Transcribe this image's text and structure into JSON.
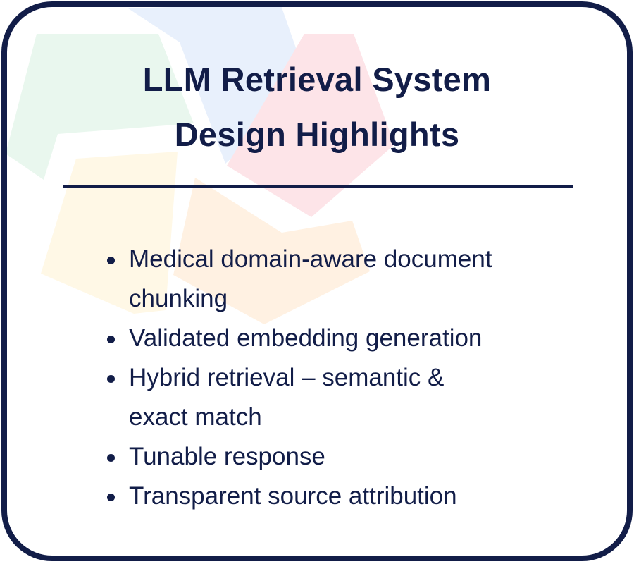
{
  "slide": {
    "title_line1": "LLM Retrieval System",
    "title_line2": "Design Highlights",
    "bullets": [
      {
        "text": "Medical domain-aware document chunking"
      },
      {
        "text": "Validated embedding generation"
      },
      {
        "text": "Hybrid retrieval – semantic & exact match"
      },
      {
        "text": "Tunable response"
      },
      {
        "text": "Transparent source attribution"
      }
    ]
  },
  "colors": {
    "primary": "#121d48",
    "background": "#ffffff",
    "shape_green": "#e9f7ee",
    "shape_blue": "#e8f0fc",
    "shape_pink": "#fde4e8",
    "shape_yellow": "#fff8e6",
    "shape_orange": "#fff1e2"
  }
}
